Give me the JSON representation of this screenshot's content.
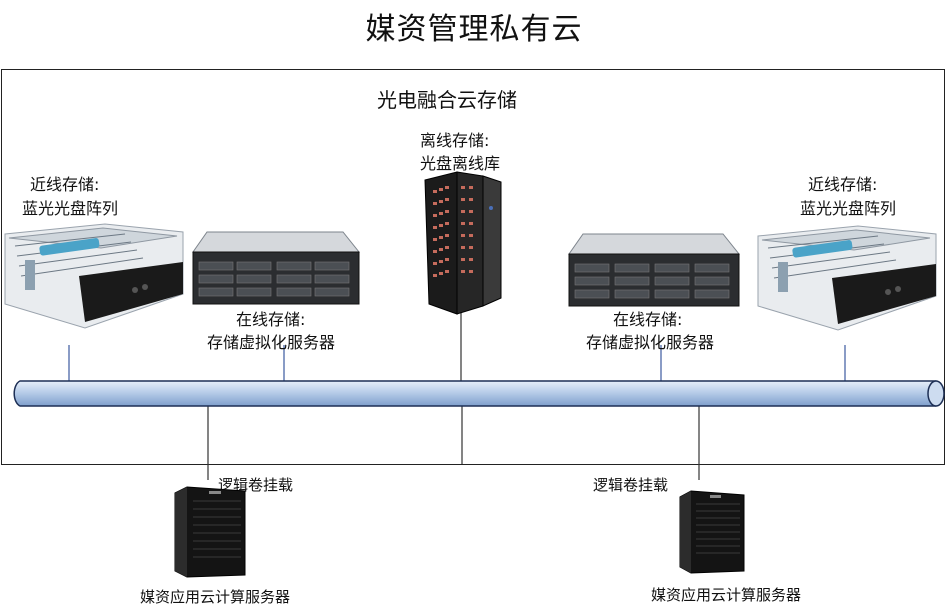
{
  "diagram": {
    "title": "媒资管理私有云",
    "cloud_label": "光电融合云存储",
    "offline": {
      "line1": "离线存储:",
      "line2": "光盘离线库"
    },
    "nearline_left": {
      "line1": "近线存储:",
      "line2": "蓝光光盘阵列"
    },
    "nearline_right": {
      "line1": "近线存储:",
      "line2": "蓝光光盘阵列"
    },
    "online_left": {
      "line1": "在线存储:",
      "line2": "存储虚拟化服务器"
    },
    "online_right": {
      "line1": "在线存储:",
      "line2": "存储虚拟化服务器"
    },
    "mount_left": "逻辑卷挂载",
    "mount_right": "逻辑卷挂载",
    "server_left": "媒资应用云计算服务器",
    "server_right": "媒资应用云计算服务器"
  }
}
